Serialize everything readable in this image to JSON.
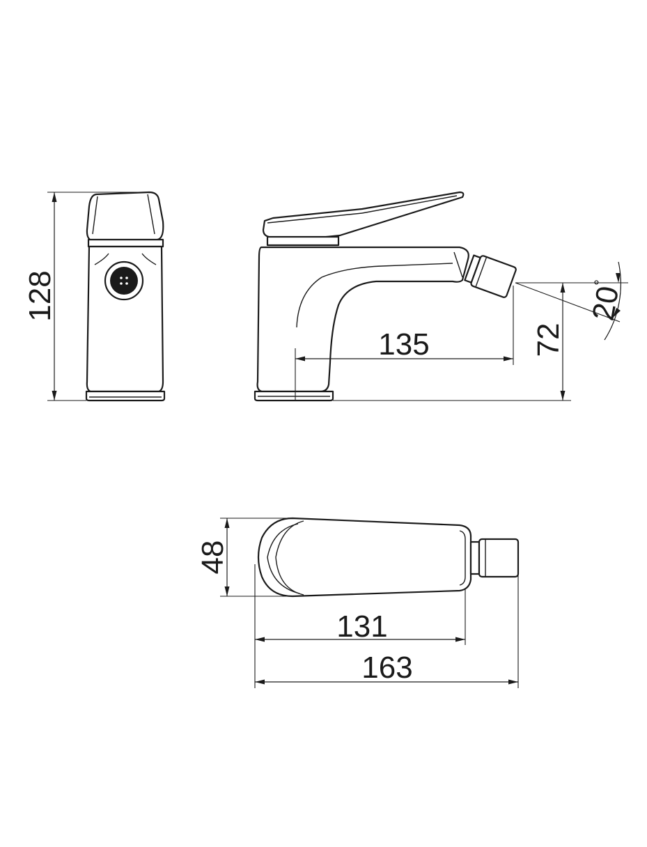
{
  "dimensions": {
    "height_total": "128",
    "spout_reach": "135",
    "outlet_height": "72",
    "tilt_angle": "20",
    "degree_mark": "°",
    "body_width": "48",
    "body_length": "131",
    "overall_length": "163"
  }
}
